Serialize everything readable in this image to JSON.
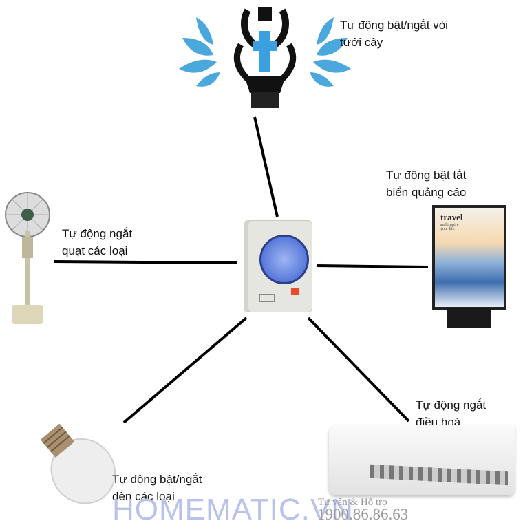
{
  "labels": {
    "sprinkler": [
      "Tự động bật/ngắt vòi",
      "tưới cây"
    ],
    "billboard": [
      "Tự động bật tắt",
      "biển quảng cáo"
    ],
    "fan": [
      "Tự động ngắt",
      "quạt các loại"
    ],
    "air_conditioner": [
      "Tự động ngắt",
      "điều hoà"
    ],
    "bulb": [
      "Tự động bật/ngắt",
      "đèn các loại"
    ]
  },
  "billboard_poster": [
    "travel",
    "and inspire",
    "your life"
  ],
  "watermark": {
    "brand": "HOMEMATIC.VN",
    "support_label": "Tư vấn & Hỗ trợ",
    "phone": "1900.86.86.63"
  },
  "colors": {
    "water": "#4aa8dc",
    "watermark": "#b8c2ea",
    "dial": "#3a5fd0"
  }
}
